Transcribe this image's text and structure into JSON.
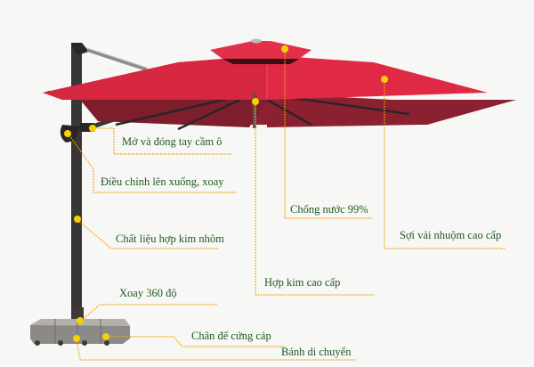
{
  "colors": {
    "background": "#f7f7f5",
    "canopy_top": "#e02a45",
    "canopy_under": "#8e2131",
    "frame": "#3a3636",
    "callout_line": "#f2a516",
    "callout_dot": "#f6d200",
    "label_text": "#1f5a1f",
    "base": "#8c8a86"
  },
  "labels": {
    "handle": "Mở và đóng tay cầm ô",
    "adjust": "Điều chỉnh lên xuống, xoay",
    "material": "Chất liệu hợp kim nhôm",
    "rotate": "Xoay 360 độ",
    "base": "Chân đế cứng cáp",
    "wheels": "Bánh di chuyển",
    "waterproof": "Chống nước 99%",
    "fabric": "Sợi vải nhuộm cao cấp",
    "alloy": "Hợp kim cao cấp"
  }
}
